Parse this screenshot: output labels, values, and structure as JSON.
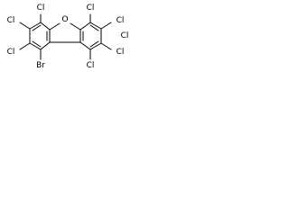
{
  "molecule": {
    "atoms": {
      "cl_top_left": "Cl",
      "o_ring": "O",
      "cl_top_right_left": "Cl",
      "cl_top_right_right": "Cl",
      "cl_mid_left": "Cl",
      "cl_mid_right": "Cl",
      "cl_lower_left": "Cl",
      "cl_lower_right": "Cl",
      "br_bottom": "Br",
      "cl_bottom_right": "Cl"
    }
  }
}
